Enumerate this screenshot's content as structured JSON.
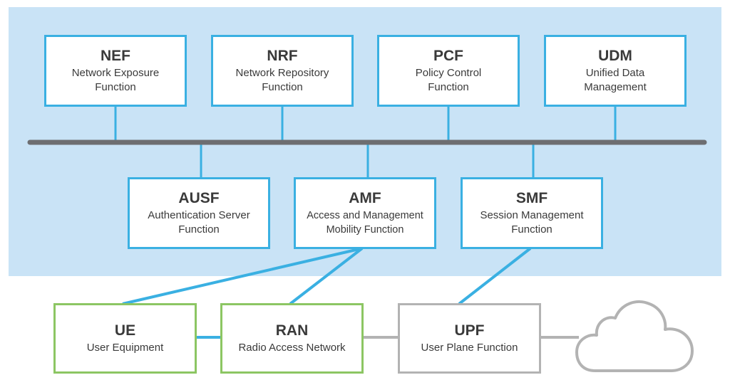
{
  "colors": {
    "panel_bg": "#c9e3f6",
    "blue_border": "#3ab0e2",
    "green_border": "#8cc663",
    "gray_border": "#b3b3b3",
    "bus": "#6d6e71",
    "text": "#3a3a3a"
  },
  "top_row": [
    {
      "abbr": "NEF",
      "full": "Network Exposure Function"
    },
    {
      "abbr": "NRF",
      "full": "Network Repository Function"
    },
    {
      "abbr": "PCF",
      "full": "Policy Control Function"
    },
    {
      "abbr": "UDM",
      "full": "Unified Data Management"
    }
  ],
  "middle_row": [
    {
      "abbr": "AUSF",
      "full": "Authentication Server Function"
    },
    {
      "abbr": "AMF",
      "full": "Access and Management Mobility Function"
    },
    {
      "abbr": "SMF",
      "full": "Session Management Function"
    }
  ],
  "bottom_row": [
    {
      "abbr": "UE",
      "full": "User Equipment"
    },
    {
      "abbr": "RAN",
      "full": "Radio Access Network"
    },
    {
      "abbr": "UPF",
      "full": "User Plane Function"
    }
  ],
  "cloud_icon": "cloud-icon"
}
